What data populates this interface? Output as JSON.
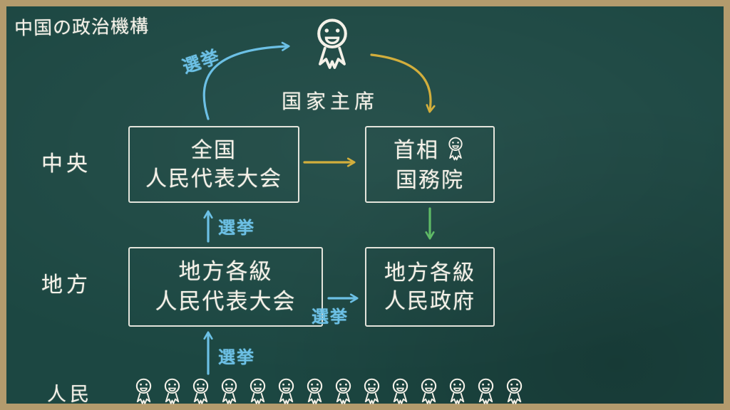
{
  "title": "中国の政治機構",
  "row_labels": {
    "central": "中央",
    "local": "地方",
    "people": "人民"
  },
  "nodes": {
    "head_of_state": {
      "label": "国家主席"
    },
    "npc": {
      "line1": "全国",
      "line2": "人民代表大会"
    },
    "state_council": {
      "line1": "首相",
      "line2": "国務院"
    },
    "local_congress": {
      "line1": "地方各級",
      "line2": "人民代表大会"
    },
    "local_government": {
      "line1": "地方各級",
      "line2": "人民政府"
    }
  },
  "labels": {
    "election": "選挙"
  },
  "people": {
    "count": 14
  },
  "colors": {
    "board": "#1c4742",
    "frame": "#b39b6d",
    "chalk": "#f4f1e8",
    "election_blue": "#6cc0e5",
    "arrow_yellow": "#d2ae3c",
    "arrow_green": "#5fba66"
  }
}
